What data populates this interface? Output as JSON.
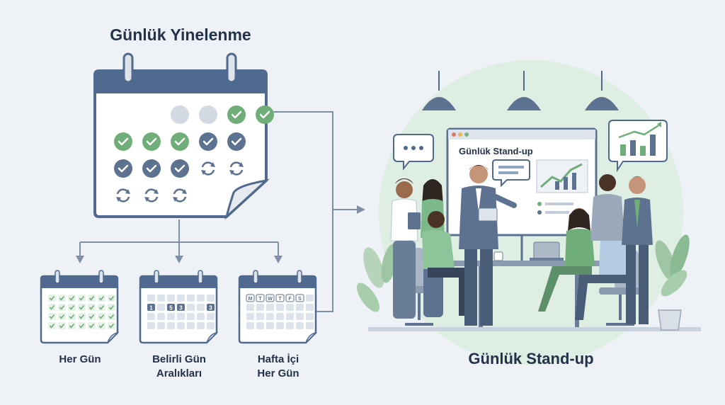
{
  "main_title": "Günlük Yinelenme",
  "scene_caption": "Günlük Stand-up",
  "screen_title": "Günlük Stand-up",
  "options": [
    {
      "line1": "Her Gün",
      "line2": ""
    },
    {
      "line1": "Belirli Gün",
      "line2": "Aralıkları"
    },
    {
      "line1": "Hafta İçi",
      "line2": "Her Gün"
    }
  ],
  "interval_days": [
    "1",
    "3",
    "5",
    "3"
  ],
  "weekday_letters": [
    "M",
    "T",
    "W",
    "T",
    "F",
    "S"
  ],
  "colors": {
    "navy": "#4f6a8e",
    "green": "#6fae78",
    "slate": "#5d7291",
    "grey": "#d3d9e2",
    "line": "#7e8fa6"
  },
  "big_calendar_rows": [
    [
      "empty",
      "empty",
      "grey",
      "grey",
      "green",
      "green"
    ],
    [
      "green",
      "green",
      "green",
      "slate",
      "slate"
    ],
    [
      "slate",
      "slate",
      "slate",
      "cycle",
      "cycle"
    ],
    [
      "cycle",
      "cycle",
      "cycle"
    ]
  ]
}
